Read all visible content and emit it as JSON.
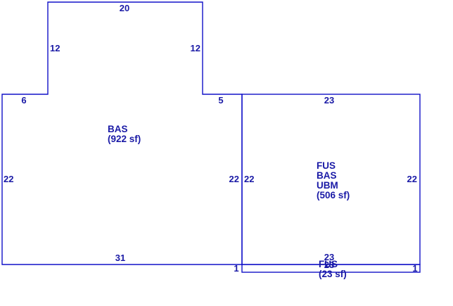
{
  "colors": {
    "line": "#1010c8",
    "text": "#1a1aa6",
    "background": "#ffffff"
  },
  "areas": {
    "bas": {
      "lines": [
        "BAS",
        "(922 sf)"
      ]
    },
    "fus_bas_ubm": {
      "lines": [
        "FUS",
        "BAS",
        "UBM",
        "(506 sf)"
      ]
    },
    "fus_small": {
      "lines": [
        "FUS",
        "(23 sf)"
      ]
    }
  },
  "dimensions": {
    "bas_top": "20",
    "bas_upper_left": "12",
    "bas_upper_right": "12",
    "bas_left_step": "6",
    "bas_right_step": "5",
    "bas_left": "22",
    "bas_right": "22",
    "bas_bottom": "31",
    "bas_bottom_corner": "1",
    "fus_top": "23",
    "fus_left": "22",
    "fus_right": "22",
    "fus_bottom": "23",
    "fus_small_top": "23",
    "fus_small_right": "1"
  }
}
